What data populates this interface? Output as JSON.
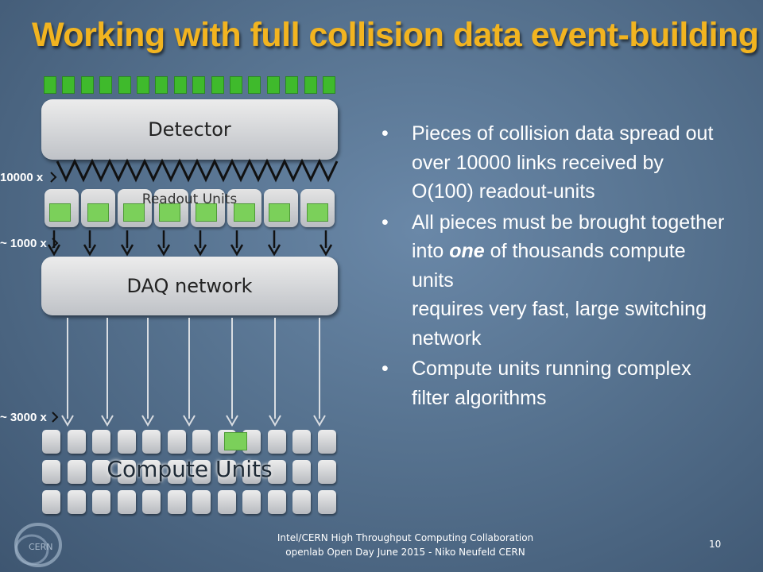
{
  "title": "Working with full collision data event-building",
  "diagram": {
    "detector_label": "Detector",
    "readout_label": "Readout Units",
    "daq_label": "DAQ network",
    "compute_label": "Compute Units",
    "count_links": "10000 x",
    "count_readout": "~ 1000 x",
    "count_compute": "~ 3000 x"
  },
  "bullets": {
    "b1": "Pieces of collision data spread out over 10000 links received by O(100) readout-units",
    "b2_pre": "All pieces must be brought together into ",
    "b2_em": "one",
    "b2_post": " of thousands  compute units",
    "b2_arrow": "",
    "b2_tail": " requires very fast, large switching network",
    "b3": "Compute units running complex filter algorithms"
  },
  "footer": {
    "line1": "Intel/CERN High Throughput Computing Collaboration",
    "line2": "openlab Open Day June 2015 - Niko Neufeld CERN",
    "page": "10"
  },
  "logo_text": "CERN",
  "colors": {
    "title": "#f2b420",
    "green": "#7bd05a",
    "background": "#56728f"
  }
}
